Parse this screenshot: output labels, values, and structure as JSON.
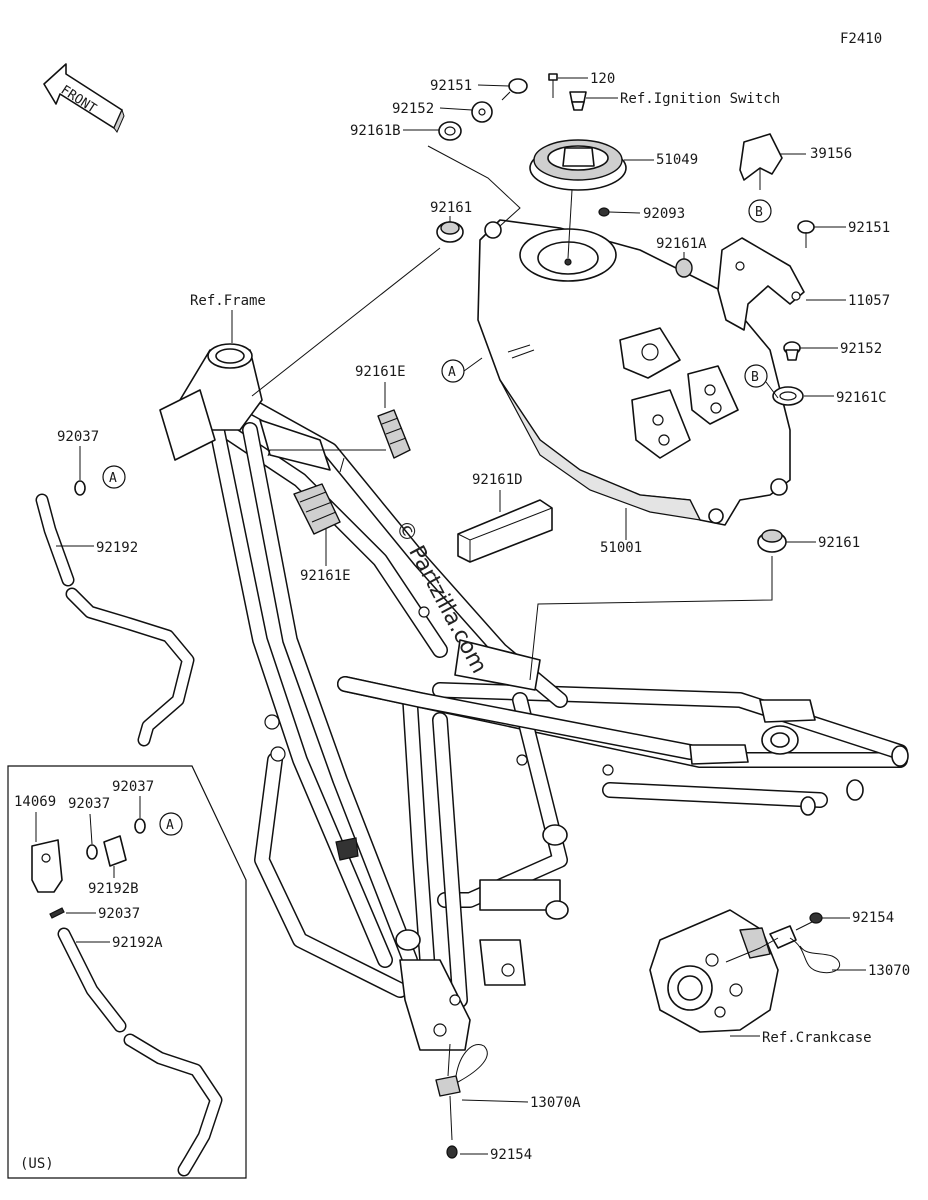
{
  "figure_code": "F2410",
  "front_arrow_label": "FRONT",
  "watermark": "© Partzilla.com",
  "inset_region_label": "(US)",
  "callouts": [
    {
      "id": "92151-top",
      "label": "92151"
    },
    {
      "id": "120",
      "label": "120"
    },
    {
      "id": "ref-ignition",
      "label": "Ref.Ignition Switch"
    },
    {
      "id": "92152-top",
      "label": "92152"
    },
    {
      "id": "92161B",
      "label": "92161B"
    },
    {
      "id": "51049",
      "label": "51049"
    },
    {
      "id": "39156",
      "label": "39156"
    },
    {
      "id": "92093",
      "label": "92093"
    },
    {
      "id": "92161-left",
      "label": "92161"
    },
    {
      "id": "92161A",
      "label": "92161A"
    },
    {
      "id": "92151-right",
      "label": "92151"
    },
    {
      "id": "11057",
      "label": "11057"
    },
    {
      "id": "ref-frame",
      "label": "Ref.Frame"
    },
    {
      "id": "92152-right",
      "label": "92152"
    },
    {
      "id": "92161E-top",
      "label": "92161E"
    },
    {
      "id": "92161C",
      "label": "92161C"
    },
    {
      "id": "92037-left",
      "label": "92037"
    },
    {
      "id": "92192",
      "label": "92192"
    },
    {
      "id": "92161D",
      "label": "92161D"
    },
    {
      "id": "51001",
      "label": "51001"
    },
    {
      "id": "92161-right",
      "label": "92161"
    },
    {
      "id": "92161E-bottom",
      "label": "92161E"
    },
    {
      "id": "92037-inset-top",
      "label": "92037"
    },
    {
      "id": "14069",
      "label": "14069"
    },
    {
      "id": "92037-inset-mid",
      "label": "92037"
    },
    {
      "id": "92192B",
      "label": "92192B"
    },
    {
      "id": "92037-inset-low",
      "label": "92037"
    },
    {
      "id": "92192A",
      "label": "92192A"
    },
    {
      "id": "92154-right",
      "label": "92154"
    },
    {
      "id": "13070",
      "label": "13070"
    },
    {
      "id": "ref-crankcase",
      "label": "Ref.Crankcase"
    },
    {
      "id": "13070A",
      "label": "13070A"
    },
    {
      "id": "92154-bottom",
      "label": "92154"
    }
  ],
  "reference_markers": [
    {
      "id": "A-tank",
      "label": "A"
    },
    {
      "id": "B-top",
      "label": "B"
    },
    {
      "id": "B-right",
      "label": "B"
    },
    {
      "id": "A-left",
      "label": "A"
    },
    {
      "id": "A-inset",
      "label": "A"
    }
  ]
}
